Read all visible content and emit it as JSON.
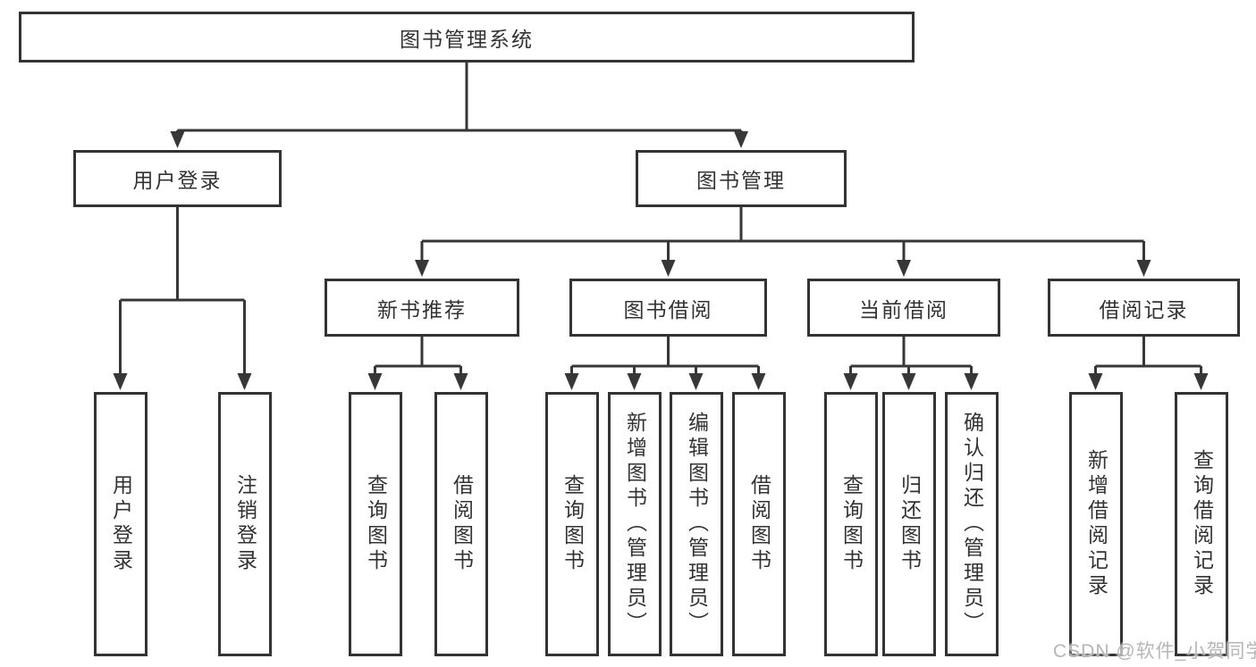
{
  "tree": {
    "root": {
      "label": "图书管理系统",
      "children": [
        {
          "label": "用户登录",
          "children": [
            {
              "label": "用户登录"
            },
            {
              "label": "注销登录"
            }
          ]
        },
        {
          "label": "图书管理",
          "children": [
            {
              "label": "新书推荐",
              "children": [
                {
                  "label": "查询图书"
                },
                {
                  "label": "借阅图书"
                }
              ]
            },
            {
              "label": "图书借阅",
              "children": [
                {
                  "label": "查询图书"
                },
                {
                  "label": "新增图书（管理员）"
                },
                {
                  "label": "编辑图书（管理员）"
                },
                {
                  "label": "借阅图书"
                }
              ]
            },
            {
              "label": "当前借阅",
              "children": [
                {
                  "label": "查询图书"
                },
                {
                  "label": "归还图书"
                },
                {
                  "label": "确认归还（管理员）"
                }
              ]
            },
            {
              "label": "借阅记录",
              "children": [
                {
                  "label": "新增借阅记录"
                },
                {
                  "label": "查询借阅记录"
                }
              ]
            }
          ]
        }
      ]
    }
  },
  "watermark": {
    "text": "CSDN @软件_小贺同学"
  },
  "colors": {
    "line": "#373737",
    "border": "#333333",
    "text": "#333333",
    "watermark_text": "#b6b6b6",
    "background": "#ffffff"
  }
}
